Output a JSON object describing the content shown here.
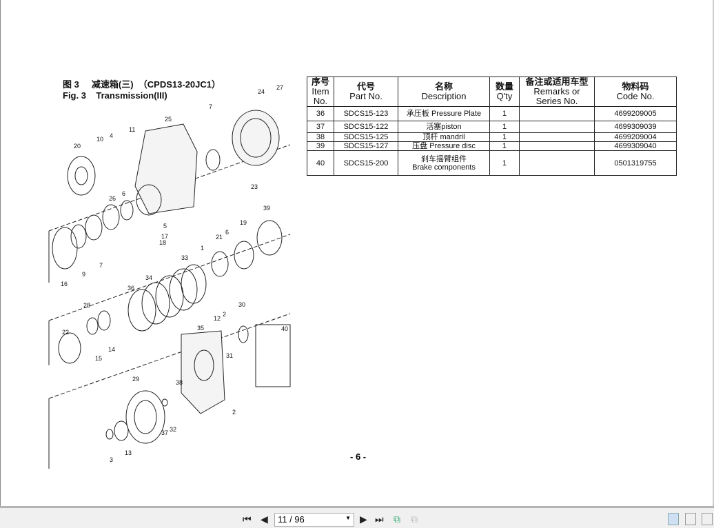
{
  "figure": {
    "title_cn": "图 3     减速箱(三)  （CPDS13-20JC1）",
    "title_en": "Fig. 3    Transmission(III)"
  },
  "table": {
    "headers": [
      {
        "cn": "序号",
        "en": "Item No."
      },
      {
        "cn": "代号",
        "en": "Part No."
      },
      {
        "cn": "名称",
        "en": "Description"
      },
      {
        "cn": "数量",
        "en": "Q'ty"
      },
      {
        "cn": "备注或适用车型",
        "en": "Remarks or Series No."
      },
      {
        "cn": "物料码",
        "en": "Code No."
      }
    ],
    "rows": [
      {
        "item": "36",
        "part": "SDCS15-123",
        "desc": "承压板   Pressure Plate",
        "desc2": "",
        "qty": "1",
        "remarks": "",
        "code": "4699209005"
      },
      {
        "item": "37",
        "part": "SDCS15-122",
        "desc": "活塞piston",
        "desc2": "",
        "qty": "1",
        "remarks": "",
        "code": "4699309039"
      },
      {
        "item": "38",
        "part": "SDCS15-125",
        "desc": "顶杆 mandril",
        "desc2": "",
        "qty": "1",
        "remarks": "",
        "code": "4699209004"
      },
      {
        "item": "39",
        "part": "SDCS15-127",
        "desc": "压盘 Pressure disc",
        "desc2": "",
        "qty": "1",
        "remarks": "",
        "code": "4699309040"
      },
      {
        "item": "40",
        "part": "SDCS15-200",
        "desc": "刹车摇臂组件",
        "desc2": "Brake components",
        "qty": "1",
        "remarks": "",
        "code": "0501319755"
      }
    ]
  },
  "callouts": [
    "24",
    "27",
    "7",
    "25",
    "11",
    "10",
    "4",
    "20",
    "23",
    "26",
    "6",
    "5",
    "17",
    "18",
    "39",
    "19",
    "6",
    "21",
    "1",
    "33",
    "16",
    "9",
    "7",
    "34",
    "36",
    "28",
    "30",
    "12",
    "2",
    "35",
    "40",
    "22",
    "14",
    "15",
    "31",
    "29",
    "38",
    "37",
    "32",
    "2",
    "13",
    "3"
  ],
  "page_number": "- 6 -",
  "toolbar": {
    "page_field": "11 / 96",
    "icons": [
      "first-page-icon",
      "previous-page-icon",
      "next-page-icon",
      "last-page-icon",
      "fit-page-icon",
      "fit-width-icon",
      "single-page-view-icon",
      "continuous-view-icon",
      "two-page-view-icon"
    ]
  }
}
